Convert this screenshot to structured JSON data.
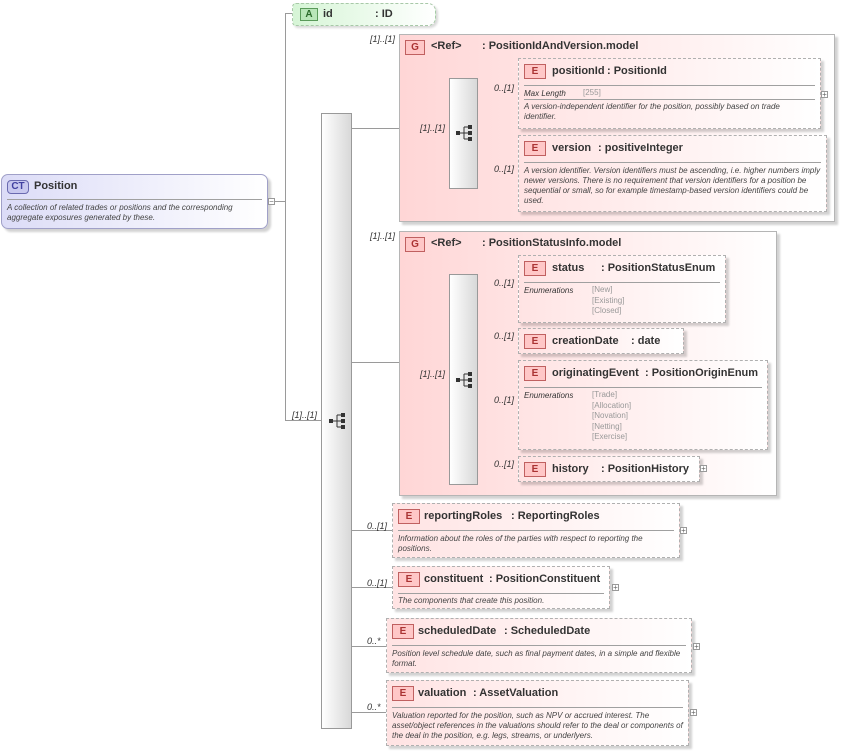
{
  "complex_type": {
    "badge": "CT",
    "name": "Position",
    "doc": "A collection of related trades or positions and the corresponding aggregate exposures generated by these.",
    "expand": "−"
  },
  "attribute": {
    "badge": "A",
    "name": "id",
    "type": ": ID"
  },
  "group1": {
    "badge": "G",
    "ref": "<Ref>",
    "name": ": PositionIdAndVersion.model",
    "multiplicity": "[1]..[1]",
    "seq_multiplicity": "[1]..[1]",
    "elements": [
      {
        "badge": "E",
        "name": "positionId",
        "type": ": PositionId",
        "multiplicity": "0..[1]",
        "facet_label": "Max Length",
        "facet_value": "[255]",
        "doc": "A version-independent identifier for the position, possibly based on trade identifier.",
        "expand": "+"
      },
      {
        "badge": "E",
        "name": "version",
        "type": ": positiveInteger",
        "multiplicity": "0..[1]",
        "doc": "A version identifier. Version identifiers must be ascending, i.e. higher numbers imply newer versions. There is no requirement that version identifiers for a position be sequential or small, so for example timestamp-based version identifiers could be used."
      }
    ]
  },
  "group2": {
    "badge": "G",
    "ref": "<Ref>",
    "name": ": PositionStatusInfo.model",
    "multiplicity": "[1]..[1]",
    "seq_multiplicity": "[1]..[1]",
    "elements": [
      {
        "badge": "E",
        "name": "status",
        "type": ": PositionStatusEnum",
        "multiplicity": "0..[1]",
        "enum_label": "Enumerations",
        "enums": [
          "[New]",
          "[Existing]",
          "[Closed]"
        ]
      },
      {
        "badge": "E",
        "name": "creationDate",
        "type": ": date",
        "multiplicity": "0..[1]"
      },
      {
        "badge": "E",
        "name": "originatingEvent",
        "type": ": PositionOriginEnum",
        "multiplicity": "0..[1]",
        "enum_label": "Enumerations",
        "enums": [
          "[Trade]",
          "[Allocation]",
          "[Novation]",
          "[Netting]",
          "[Exercise]"
        ]
      },
      {
        "badge": "E",
        "name": "history",
        "type": ": PositionHistory",
        "multiplicity": "0..[1]",
        "expand": "+"
      }
    ]
  },
  "main_sequence": {
    "multiplicity": "[1]..[1]"
  },
  "elements": [
    {
      "badge": "E",
      "name": "reportingRoles",
      "type": ": ReportingRoles",
      "multiplicity": "0..[1]",
      "doc": "Information about the roles of the parties with respect to reporting the positions.",
      "expand": "+"
    },
    {
      "badge": "E",
      "name": "constituent",
      "type": ": PositionConstituent",
      "multiplicity": "0..[1]",
      "doc": "The components that create this position.",
      "expand": "+"
    },
    {
      "badge": "E",
      "name": "scheduledDate",
      "type": ": ScheduledDate",
      "multiplicity": "0..*",
      "doc": "Position level schedule date, such as final payment dates, in a simple and flexible format.",
      "expand": "+"
    },
    {
      "badge": "E",
      "name": "valuation",
      "type": ": AssetValuation",
      "multiplicity": "0..*",
      "doc": "Valuation reported for the position, such as NPV or accrued interest. The asset/object references in the valuations should refer to the deal or components of the deal in the position, e.g. legs, streams, or underlyers.",
      "expand": "+"
    }
  ]
}
